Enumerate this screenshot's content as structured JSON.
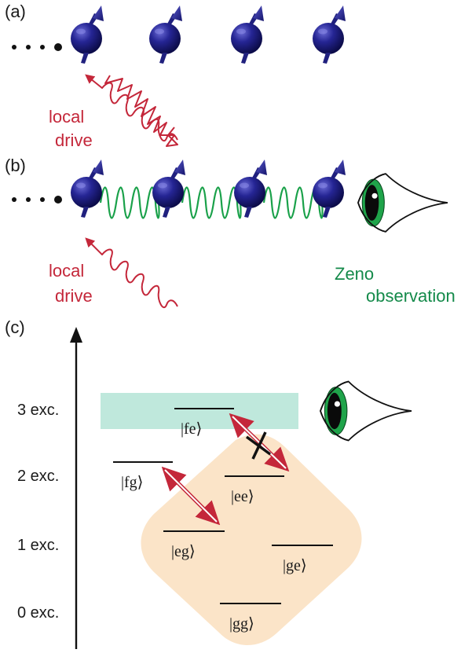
{
  "panels": {
    "a": {
      "label": "(a)",
      "ellipsis": "• • •",
      "drive_label_1": "local",
      "drive_label_2": "drive"
    },
    "b": {
      "label": "(b)",
      "ellipsis": "• • •",
      "drive_label_1": "local",
      "drive_label_2": "drive",
      "zeno_label_1": "Zeno",
      "zeno_label_2": "observation"
    },
    "c": {
      "label": "(c)",
      "excitation_labels": [
        "3 exc.",
        "2 exc.",
        "1 exc.",
        "0 exc."
      ],
      "states": {
        "fe": "|fe⟩",
        "fg": "|fg⟩",
        "ee": "|ee⟩",
        "eg": "|eg⟩",
        "ge": "|ge⟩",
        "gg": "|gg⟩"
      }
    }
  },
  "colors": {
    "spin": "#1c1c7a",
    "drive": "#c4273a",
    "spring": "#1aa14a",
    "zeno_text": "#148a4a",
    "zeno_band": "#bfe8dc",
    "subspace": "#fbe4c8",
    "ink": "#1a1a1a"
  }
}
